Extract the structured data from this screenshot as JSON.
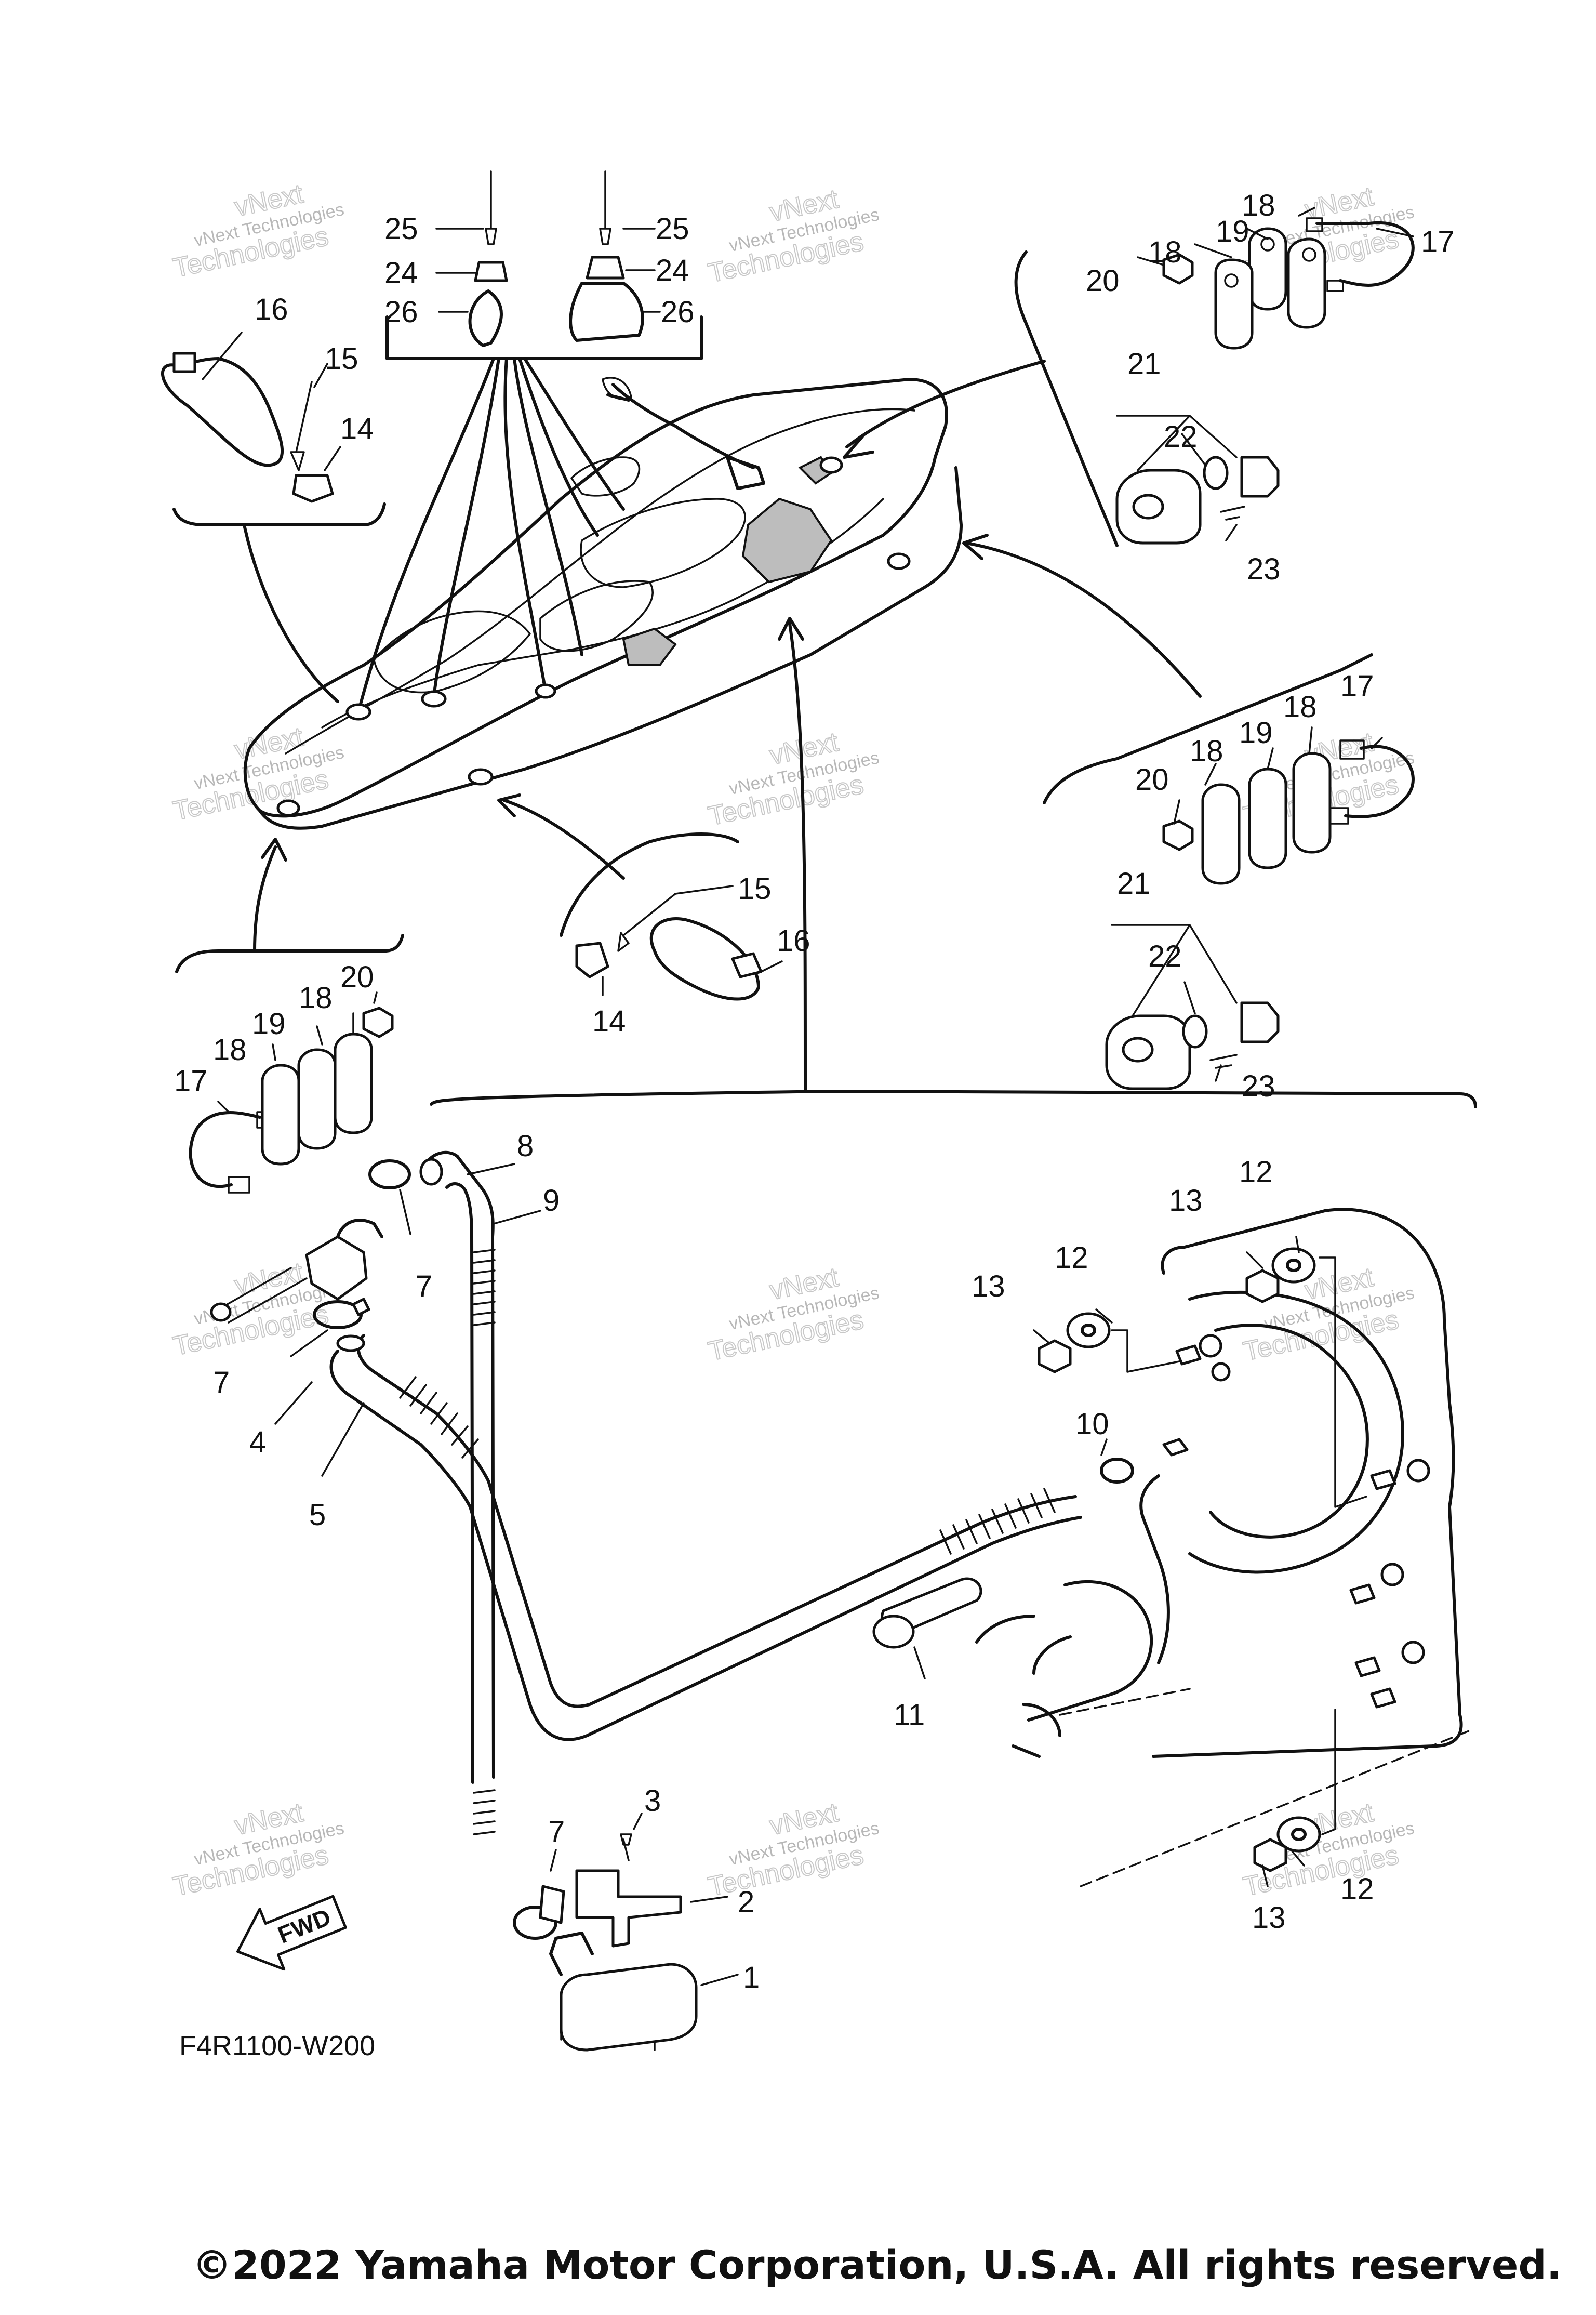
{
  "diagram": {
    "code": "F4R1100-W200",
    "copyright": "©2022 Yamaha Motor Corporation, U.S.A. All rights reserved.",
    "fwd_label": "FWD",
    "watermark": {
      "line1": "vNext",
      "line2": "vNext Technologies",
      "line3": "Technologies"
    },
    "callouts": [
      {
        "id": "c25a",
        "label": "25"
      },
      {
        "id": "c25b",
        "label": "25"
      },
      {
        "id": "c24a",
        "label": "24"
      },
      {
        "id": "c24b",
        "label": "24"
      },
      {
        "id": "c26a",
        "label": "26"
      },
      {
        "id": "c26b",
        "label": "26"
      },
      {
        "id": "c16a",
        "label": "16"
      },
      {
        "id": "c15a",
        "label": "15"
      },
      {
        "id": "c14a",
        "label": "14"
      },
      {
        "id": "c18a",
        "label": "18"
      },
      {
        "id": "c18b",
        "label": "18"
      },
      {
        "id": "c19a",
        "label": "19"
      },
      {
        "id": "c17a",
        "label": "17"
      },
      {
        "id": "c20a",
        "label": "20"
      },
      {
        "id": "c21a",
        "label": "21"
      },
      {
        "id": "c22a",
        "label": "22"
      },
      {
        "id": "c23a",
        "label": "23"
      },
      {
        "id": "c17b",
        "label": "17"
      },
      {
        "id": "c18c",
        "label": "18"
      },
      {
        "id": "c19b",
        "label": "19"
      },
      {
        "id": "c18d",
        "label": "18"
      },
      {
        "id": "c20b",
        "label": "20"
      },
      {
        "id": "c21b",
        "label": "21"
      },
      {
        "id": "c22b",
        "label": "22"
      },
      {
        "id": "c23b",
        "label": "23"
      },
      {
        "id": "c15b",
        "label": "15"
      },
      {
        "id": "c16b",
        "label": "16"
      },
      {
        "id": "c14b",
        "label": "14"
      },
      {
        "id": "c20c",
        "label": "20"
      },
      {
        "id": "c18e",
        "label": "18"
      },
      {
        "id": "c19c",
        "label": "19"
      },
      {
        "id": "c18f",
        "label": "18"
      },
      {
        "id": "c17c",
        "label": "17"
      },
      {
        "id": "c8",
        "label": "8"
      },
      {
        "id": "c9",
        "label": "9"
      },
      {
        "id": "c7a",
        "label": "7"
      },
      {
        "id": "c7b",
        "label": "7"
      },
      {
        "id": "c4",
        "label": "4"
      },
      {
        "id": "c5",
        "label": "5"
      },
      {
        "id": "c12a",
        "label": "12"
      },
      {
        "id": "c13a",
        "label": "13"
      },
      {
        "id": "c12b",
        "label": "12"
      },
      {
        "id": "c13b",
        "label": "13"
      },
      {
        "id": "c10",
        "label": "10"
      },
      {
        "id": "c11",
        "label": "11"
      },
      {
        "id": "c3",
        "label": "3"
      },
      {
        "id": "c7c",
        "label": "7"
      },
      {
        "id": "c2",
        "label": "2"
      },
      {
        "id": "c1",
        "label": "1"
      },
      {
        "id": "c12c",
        "label": "12"
      },
      {
        "id": "c13c",
        "label": "13"
      }
    ]
  }
}
